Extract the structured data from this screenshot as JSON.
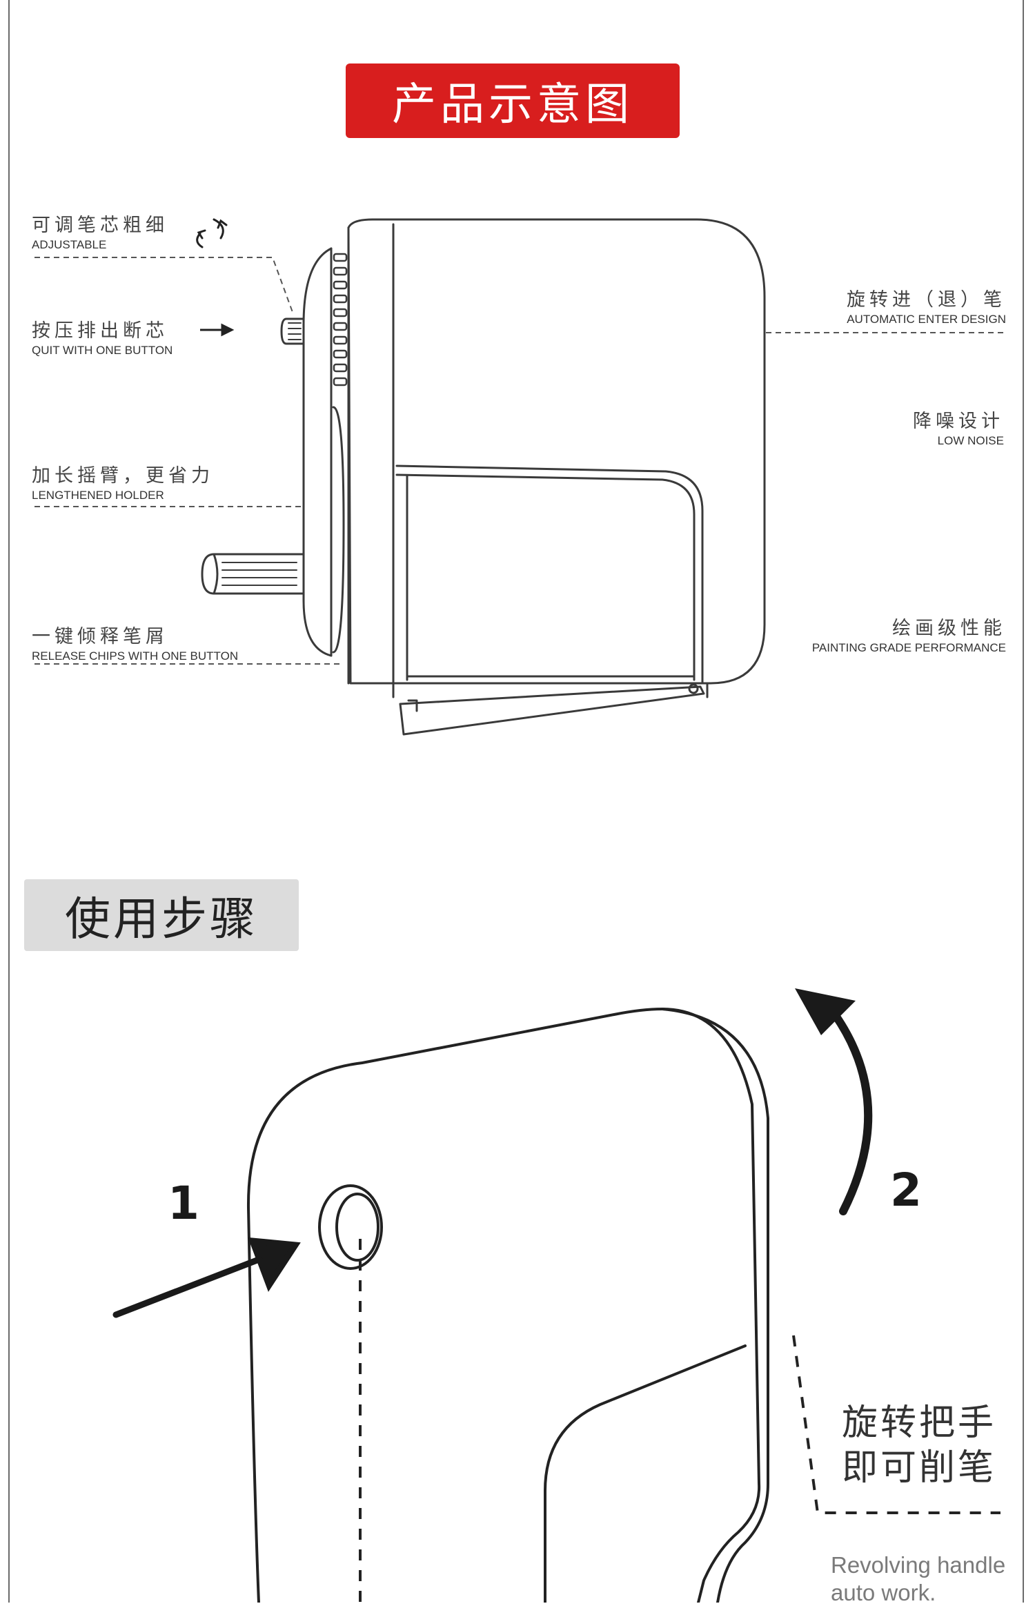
{
  "header": {
    "title": "产品示意图"
  },
  "features_left": [
    {
      "cn": "可调笔芯粗细",
      "en": "ADJUSTABLE"
    },
    {
      "cn": "按压排出断芯",
      "en": "QUIT WITH ONE BUTTON"
    },
    {
      "cn": "加长摇臂，更省力",
      "en": "LENGTHENED HOLDER"
    },
    {
      "cn": "一键倾释笔屑",
      "en": "RELEASE CHIPS WITH ONE BUTTON"
    }
  ],
  "features_right": [
    {
      "cn": "旋转进（退）笔",
      "en": "AUTOMATIC ENTER DESIGN"
    },
    {
      "cn": "降噪设计",
      "en": "LOW NOISE"
    },
    {
      "cn": "绘画级性能",
      "en": "PAINTING GRADE PERFORMANCE"
    }
  ],
  "usage": {
    "title": "使用步骤",
    "step1": "1",
    "step2": "2",
    "hint_cn_line1": "旋转把手",
    "hint_cn_line2": "即可削笔",
    "hint_en_line1": "Revolving handle",
    "hint_en_line2": "auto work."
  },
  "colors": {
    "accent_red": "#d81e1e",
    "banner_gray": "#dcdcdc",
    "line": "#3a3a3a"
  }
}
